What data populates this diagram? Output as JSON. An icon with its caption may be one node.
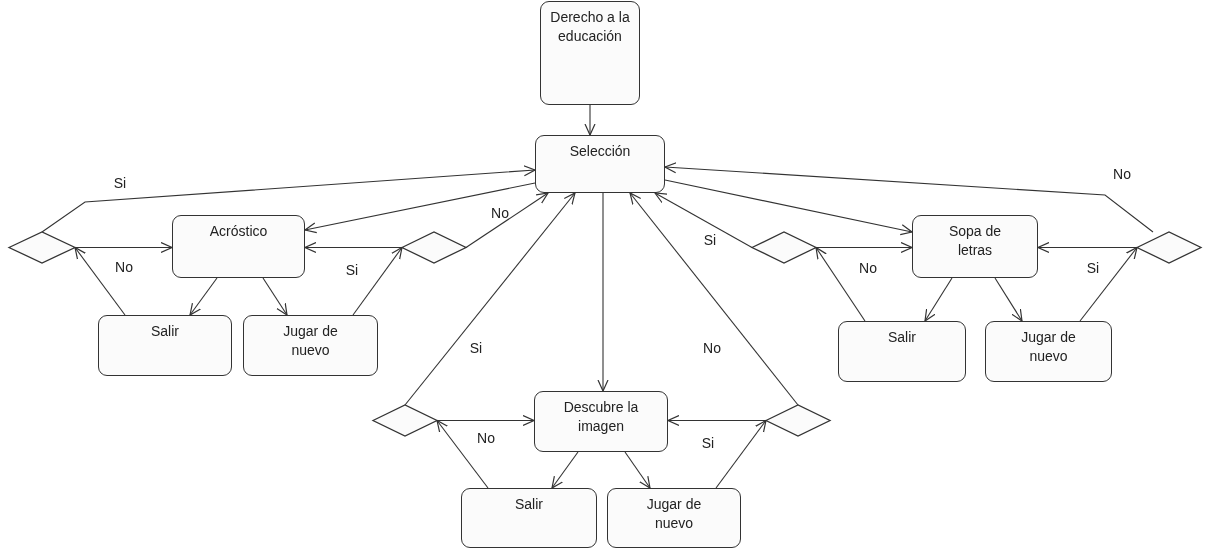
{
  "diagram": {
    "nodes": [
      {
        "text": [
          "Derecho a la educación"
        ]
      },
      {
        "text": [
          "Selección"
        ]
      },
      {
        "text": [
          "Acróstico"
        ]
      },
      {
        "text": [
          "Salir"
        ]
      },
      {
        "text": [
          "Jugar de nuevo"
        ]
      },
      {
        "text": [
          "Sopa de letras"
        ]
      },
      {
        "text": [
          "Salir"
        ]
      },
      {
        "text": [
          "Jugar de nuevo"
        ]
      },
      {
        "text": [
          "Descubre la imagen"
        ]
      },
      {
        "text": [
          "Salir"
        ]
      },
      {
        "text": [
          "Jugar de nuevo"
        ]
      },
      {
        "text": [],
        "shape": "diamond"
      },
      {
        "text": [],
        "shape": "diamond"
      },
      {
        "text": [],
        "shape": "diamond"
      },
      {
        "text": [],
        "shape": "diamond"
      },
      {
        "text": [],
        "shape": "diamond"
      },
      {
        "text": [],
        "shape": "diamond"
      }
    ],
    "edges": [
      {
        "from": 0,
        "to": 1,
        "arrow": "to"
      },
      {
        "from": 1,
        "to": 2,
        "arrow": "to"
      },
      {
        "from": 1,
        "to": 5,
        "arrow": "to"
      },
      {
        "from": 1,
        "to": 8,
        "arrow": "to"
      },
      {
        "from": 2,
        "to": 3,
        "arrow": "to"
      },
      {
        "from": 2,
        "to": 4,
        "arrow": "to"
      },
      {
        "from": 3,
        "to": 11,
        "arrow": "to"
      },
      {
        "from": 11,
        "to": 2,
        "arrow": "to",
        "label": "No"
      },
      {
        "from": 11,
        "to": 1,
        "arrow": "to",
        "label": "Si"
      },
      {
        "from": 4,
        "to": 12,
        "arrow": "to"
      },
      {
        "from": 12,
        "to": 2,
        "arrow": "to",
        "label": "Si"
      },
      {
        "from": 12,
        "to": 1,
        "arrow": "to",
        "label": "No"
      },
      {
        "from": 5,
        "to": 6,
        "arrow": "to"
      },
      {
        "from": 5,
        "to": 7,
        "arrow": "to"
      },
      {
        "from": 6,
        "to": 13,
        "arrow": "to"
      },
      {
        "from": 13,
        "to": 5,
        "arrow": "to",
        "label": "No"
      },
      {
        "from": 13,
        "to": 1,
        "arrow": "to",
        "label": "Si"
      },
      {
        "from": 7,
        "to": 14,
        "arrow": "to"
      },
      {
        "from": 14,
        "to": 5,
        "arrow": "to",
        "label": "Si"
      },
      {
        "from": 14,
        "to": 1,
        "arrow": "to",
        "label": "No"
      },
      {
        "from": 8,
        "to": 9,
        "arrow": "to"
      },
      {
        "from": 8,
        "to": 10,
        "arrow": "to"
      },
      {
        "from": 9,
        "to": 15,
        "arrow": "to"
      },
      {
        "from": 15,
        "to": 8,
        "arrow": "to",
        "label": "No"
      },
      {
        "from": 15,
        "to": 1,
        "arrow": "to",
        "label": "Si"
      },
      {
        "from": 10,
        "to": 16,
        "arrow": "to"
      },
      {
        "from": 16,
        "to": 8,
        "arrow": "to",
        "label": "Si"
      },
      {
        "from": 16,
        "to": 1,
        "arrow": "to",
        "label": "No"
      }
    ]
  }
}
